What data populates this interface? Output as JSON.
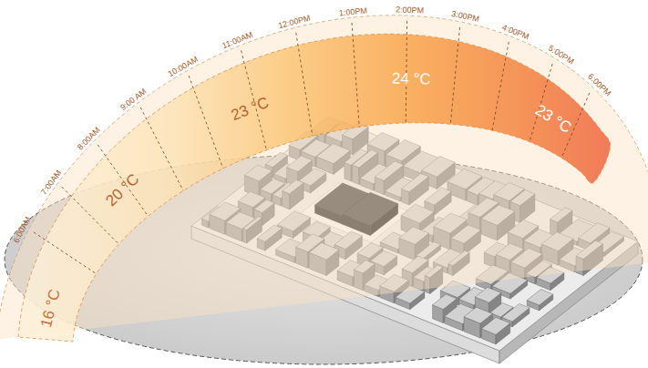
{
  "diagram": {
    "labels": [
      "6:00AM",
      "7:00AM",
      "8:00AM",
      "9:00 AM",
      "10:00AM",
      "11:00AM",
      "12:00PM",
      "1:00PM",
      "2:00PM",
      "3:00PM",
      "4:00PM",
      "5:00PM",
      "6:00PM",
      "16 °C",
      "20 °C",
      "23 °C",
      "24 °C",
      "23 °C"
    ]
  }
}
